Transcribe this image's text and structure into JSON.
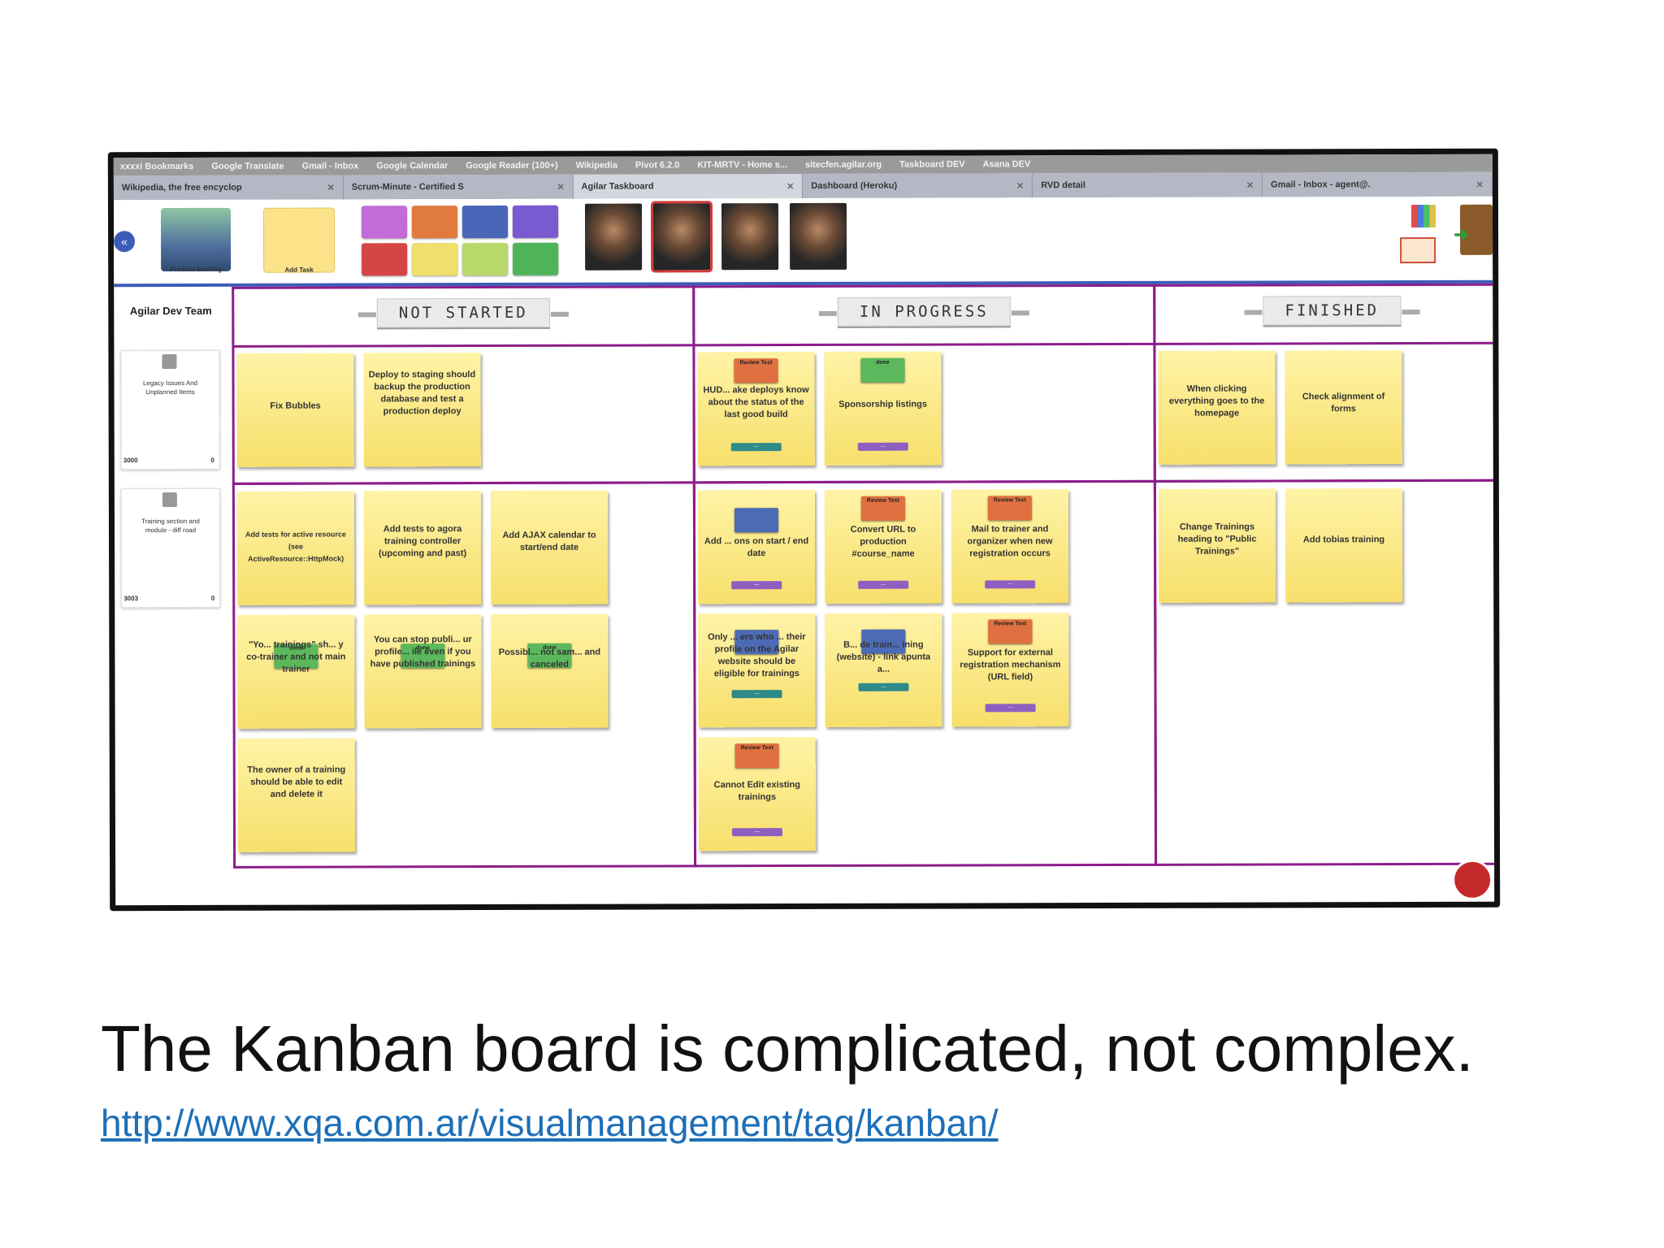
{
  "browser": {
    "bookmarks": [
      "xxxxi Bookmarks",
      "Google Translate",
      "Gmail - Inbox",
      "Google Calendar",
      "Google Reader (100+)",
      "Wikipedia",
      "Pivot 6.2.0",
      "KIT-MRTV - Home s...",
      "sitecfen.agilar.org",
      "Taskboard DEV",
      "Asana DEV"
    ],
    "tabs": [
      {
        "label": "Wikipedia, the free encyclop",
        "active": false
      },
      {
        "label": "Scrum-Minute - Certified S",
        "active": false
      },
      {
        "label": "Agilar Taskboard",
        "active": true
      },
      {
        "label": "Dashboard (Heroku)",
        "active": false
      },
      {
        "label": "RVD detail",
        "active": false
      },
      {
        "label": "Gmail - Inbox - agent@.",
        "active": false
      }
    ]
  },
  "toolbar": {
    "product_backlog_label": "Product Backlog",
    "add_task_label": "Add Task",
    "swatches": [
      {
        "label": "Purple sticky",
        "color": "#c36bd6"
      },
      {
        "label": "Orange",
        "color": "#e07a3f"
      },
      {
        "label": "Navy",
        "color": "#4a66b8"
      },
      {
        "label": "Violet",
        "color": "#7a5ad0"
      },
      {
        "label": "Red",
        "color": "#d64545"
      },
      {
        "label": "Yellow",
        "color": "#f0df6a"
      },
      {
        "label": "Lime",
        "color": "#b7d86a"
      },
      {
        "label": "Green",
        "color": "#4fb35a"
      }
    ],
    "avatars": [
      {
        "selected": false
      },
      {
        "selected": true
      },
      {
        "selected": false
      },
      {
        "selected": false
      }
    ]
  },
  "board": {
    "team_name": "Agilar Dev Team",
    "swimlanes": [
      {
        "text": "Legacy Issues And Unplanned Items",
        "meta_left": "3000",
        "meta_right": "0"
      },
      {
        "text": "Training section and module - diff road",
        "meta_left": "3003",
        "meta_right": "0"
      }
    ],
    "columns": [
      {
        "title": "NOT STARTED"
      },
      {
        "title": "IN PROGRESS"
      },
      {
        "title": "FINISHED"
      }
    ],
    "lane1": {
      "not_started": [
        {
          "text": "Fix Bubbles"
        },
        {
          "text": "Deploy to staging should backup the production database and test a production deploy"
        }
      ],
      "in_progress": [
        {
          "text": "HUD... ake deploys know about the status of the last good build",
          "tag": "Review Test",
          "pill": "—"
        },
        {
          "text": "Sponsorship listings",
          "tag": "done",
          "pill": "—"
        }
      ],
      "finished": [
        {
          "text": "When clicking everything goes to the homepage"
        },
        {
          "text": "Check alignment of forms"
        }
      ]
    },
    "lane2": {
      "not_started": [
        {
          "text": "Add tests for active resource (see ActiveResource::HttpMock)"
        },
        {
          "text": "Add tests to agora training controller (upcoming and past)"
        },
        {
          "text": "Add AJAX calendar to start/end date"
        },
        {
          "text": "\"Yo... trainings\" sh... y co-trainer and not main trainer",
          "tag": "done"
        },
        {
          "text": "You can stop publi... ur profile... ile even if you have published trainings",
          "tag": "done"
        },
        {
          "text": "Possibl... not sam... and canceled",
          "tag": "done"
        },
        {
          "text": "The owner of a training should be able to edit and delete it"
        }
      ],
      "in_progress": [
        {
          "text": "Add ... ons on start / end date",
          "tag": "",
          "pill": "—"
        },
        {
          "text": "Convert URL to production #course_name",
          "tag": "Review Test",
          "pill": "—"
        },
        {
          "text": "Mail to trainer and organizer when new registration occurs",
          "tag": "Review Test",
          "pill": "—"
        },
        {
          "text": "Only ... ers who ... their profile on the Agilar website should be eligible for trainings",
          "tag": "",
          "pill": "—"
        },
        {
          "text": "B... de train... ining (website) - link apunta a...",
          "tag": "",
          "pill": "—"
        },
        {
          "text": "Support for external registration mechanism (URL field)",
          "tag": "Review Test",
          "pill": "—"
        },
        {
          "text": "Cannot Edit existing trainings",
          "tag": "Review Test",
          "pill": "—"
        }
      ],
      "finished": [
        {
          "text": "Change Trainings heading to \"Public Trainings\""
        },
        {
          "text": "Add tobias training"
        }
      ]
    }
  },
  "caption": {
    "title": "The Kanban board is complicated, not complex.",
    "link": "http://www.xqa.com.ar/visualmanagement/tag/kanban/"
  }
}
